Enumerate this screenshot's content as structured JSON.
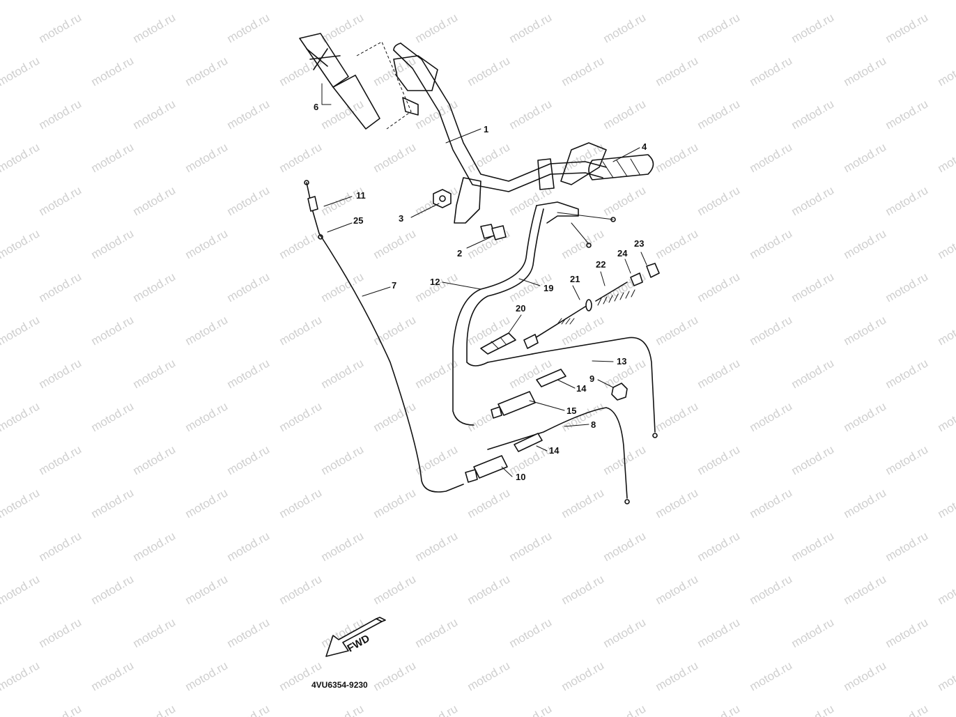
{
  "watermark": {
    "text": "motod.ru"
  },
  "callouts": [
    {
      "id": "c1",
      "text": "1"
    },
    {
      "id": "c2",
      "text": "2"
    },
    {
      "id": "c3",
      "text": "3"
    },
    {
      "id": "c4",
      "text": "4"
    },
    {
      "id": "c6",
      "text": "6"
    },
    {
      "id": "c7",
      "text": "7"
    },
    {
      "id": "c8",
      "text": "8"
    },
    {
      "id": "c9",
      "text": "9"
    },
    {
      "id": "c10",
      "text": "10"
    },
    {
      "id": "c11",
      "text": "11"
    },
    {
      "id": "c12",
      "text": "12"
    },
    {
      "id": "c13",
      "text": "13"
    },
    {
      "id": "c14a",
      "text": "14"
    },
    {
      "id": "c14b",
      "text": "14"
    },
    {
      "id": "c15",
      "text": "15"
    },
    {
      "id": "c19",
      "text": "19"
    },
    {
      "id": "c20",
      "text": "20"
    },
    {
      "id": "c21",
      "text": "21"
    },
    {
      "id": "c22",
      "text": "22"
    },
    {
      "id": "c23",
      "text": "23"
    },
    {
      "id": "c24",
      "text": "24"
    },
    {
      "id": "c25",
      "text": "25"
    }
  ],
  "direction_arrow": {
    "label": "FWD"
  },
  "part_code": "4VU6354-9230"
}
